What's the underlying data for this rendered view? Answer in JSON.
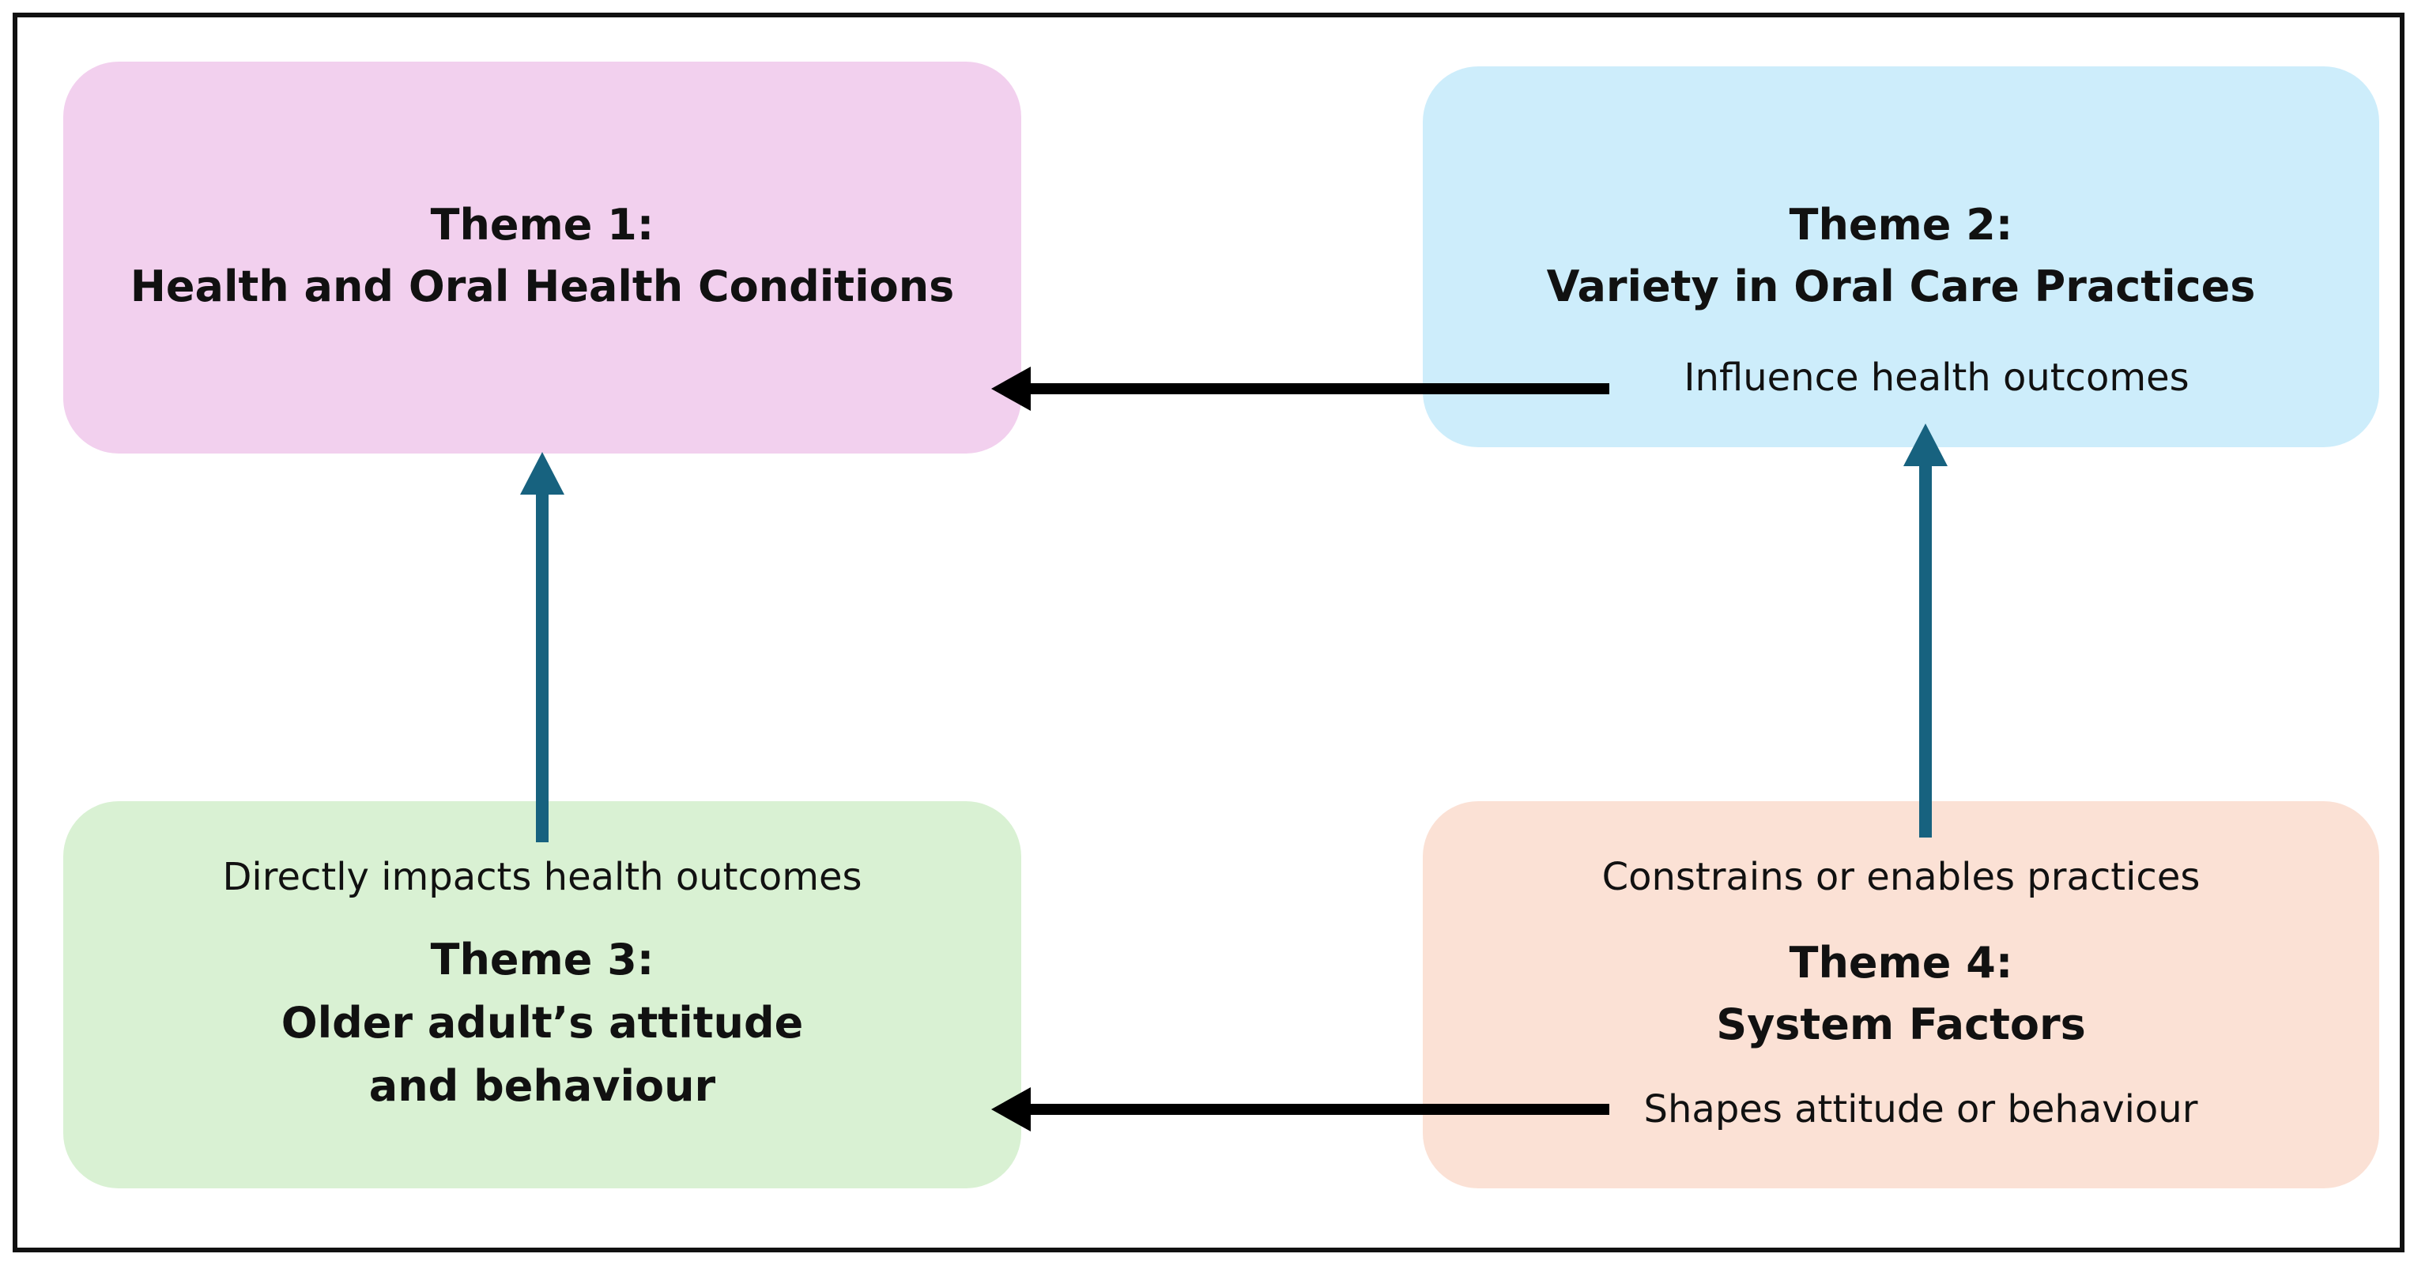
{
  "colors": {
    "theme1_fill": "#F2D0EE",
    "theme2_fill": "#CDEDFB",
    "theme3_fill": "#D9F1D3",
    "theme4_fill": "#FBE1D5",
    "blue_arrow": "#17627F",
    "black_arrow": "#000000",
    "frame": "#111111"
  },
  "themes": {
    "t1": {
      "line1": "Theme 1:",
      "line2": "Health and Oral Health Conditions"
    },
    "t2": {
      "line1": "Theme 2:",
      "line2": "Variety in Oral Care Practices"
    },
    "t3": {
      "line1": "Theme 3:",
      "line2": "Older adult’s attitude",
      "line3": "and behaviour"
    },
    "t4": {
      "line1": "Theme 4:",
      "line2": "System Factors"
    }
  },
  "relations": {
    "t2_to_t1": "Influence health outcomes",
    "t3_to_t1": "Directly impacts health outcomes",
    "t4_to_t2": "Constrains or enables practices",
    "t4_to_t3": "Shapes attitude or behaviour"
  },
  "arrow_icons": [
    "arrow-left-icon",
    "arrow-up-icon"
  ]
}
